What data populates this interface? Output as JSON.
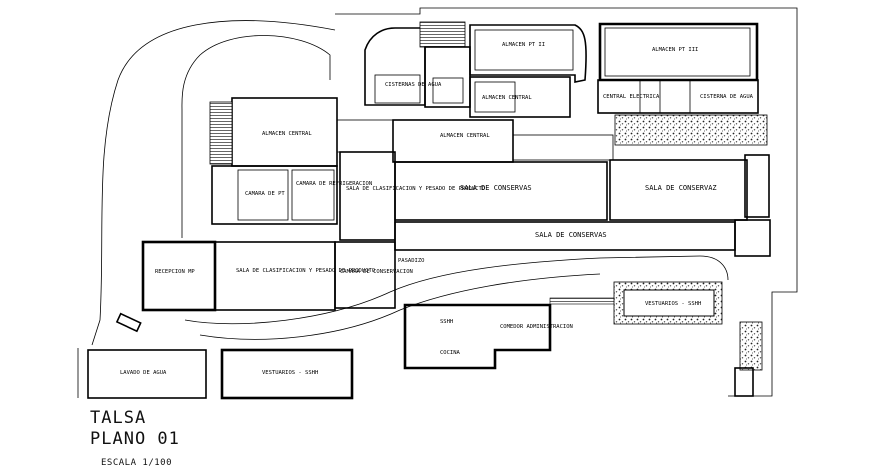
{
  "drawing": {
    "project_name": "TALSA",
    "sheet": "PLANO 01",
    "scale": "ESCALA 1/100"
  },
  "rooms": {
    "almacen_pt_ii": "ALMACEN PT II",
    "almacen_pt_iii": "ALMACEN PT III",
    "cisternas_de_agua": "CISTERNAS DE AGUA",
    "almacen_central_a": "ALMACEN CENTRAL",
    "almacen_central_b": "ALMACEN CENTRAL",
    "almacen_central_c": "ALMACEN CENTRAL",
    "central_electrica": "CENTRAL ELECTRICA",
    "cisterna_de_agua_right": "CISTERNA DE AGUA",
    "camara_pt": "CAMARA DE PT",
    "refrigeracion": "CAMARA DE REFRIGERACION",
    "sala_clasificacion": "SALA DE CLASIFICACION Y PESADO DE PRODUCTO",
    "sala_conservas_1": "SALA DE CONSERVAS",
    "sala_conservas_2": "SALA DE CONSERVAZ",
    "sala_conservas_3": "SALA DE CONSERVAS",
    "recepcion_mp": "RECEPCION MP",
    "sala_clasificacion_2": "SALA DE CLASIFICACION Y PESADO DE PRODUCTO",
    "camara_conservacion": "CAMARA DE CONSERVACION",
    "pasadizo": "PASADIZO",
    "lavado_agua": "LAVADO DE AGUA",
    "vestuarios_a": "VESTUARIOS - SSHH",
    "vestuarios_b": "VESTUARIOS - SSHH",
    "comedor": "COMEDOR ADMINISTRACION",
    "cocina": "COCINA",
    "sshh": "SSHH"
  }
}
